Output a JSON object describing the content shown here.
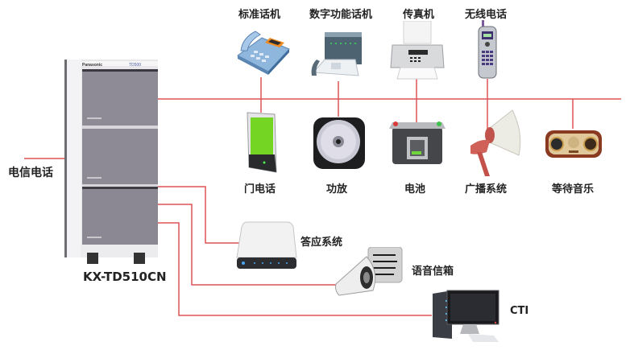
{
  "diagram": {
    "colors": {
      "wire": "#e05255",
      "label": "#222222"
    },
    "pbx": {
      "brand": "Panasonic",
      "series": "TD500",
      "model": "KX-TD510CN"
    },
    "trunk_label": "电信电话",
    "top_devices": [
      {
        "id": "standard-phone",
        "label": "标准话机",
        "icon": "desk-phone-icon"
      },
      {
        "id": "digital-phone",
        "label": "数字功能话机",
        "icon": "digital-phone-icon"
      },
      {
        "id": "fax",
        "label": "传真机",
        "icon": "fax-machine-icon"
      },
      {
        "id": "cordless-phone",
        "label": "无线电话",
        "icon": "cordless-phone-icon"
      }
    ],
    "bottom_devices": [
      {
        "id": "door-phone",
        "label": "门电话",
        "icon": "door-phone-icon"
      },
      {
        "id": "amplifier",
        "label": "功放",
        "icon": "cd-disc-icon"
      },
      {
        "id": "battery",
        "label": "电池",
        "icon": "battery-icon"
      },
      {
        "id": "broadcast",
        "label": "广播系统",
        "icon": "megaphone-icon"
      },
      {
        "id": "hold-music",
        "label": "等待音乐",
        "icon": "radio-icon"
      }
    ],
    "side_devices": [
      {
        "id": "answer-system",
        "label": "答应系统",
        "icon": "hard-drive-icon"
      },
      {
        "id": "voicemail",
        "label": "语音信箱",
        "icon": "speaker-document-icon"
      },
      {
        "id": "cti",
        "label": "CTI",
        "icon": "computer-icon"
      }
    ]
  }
}
